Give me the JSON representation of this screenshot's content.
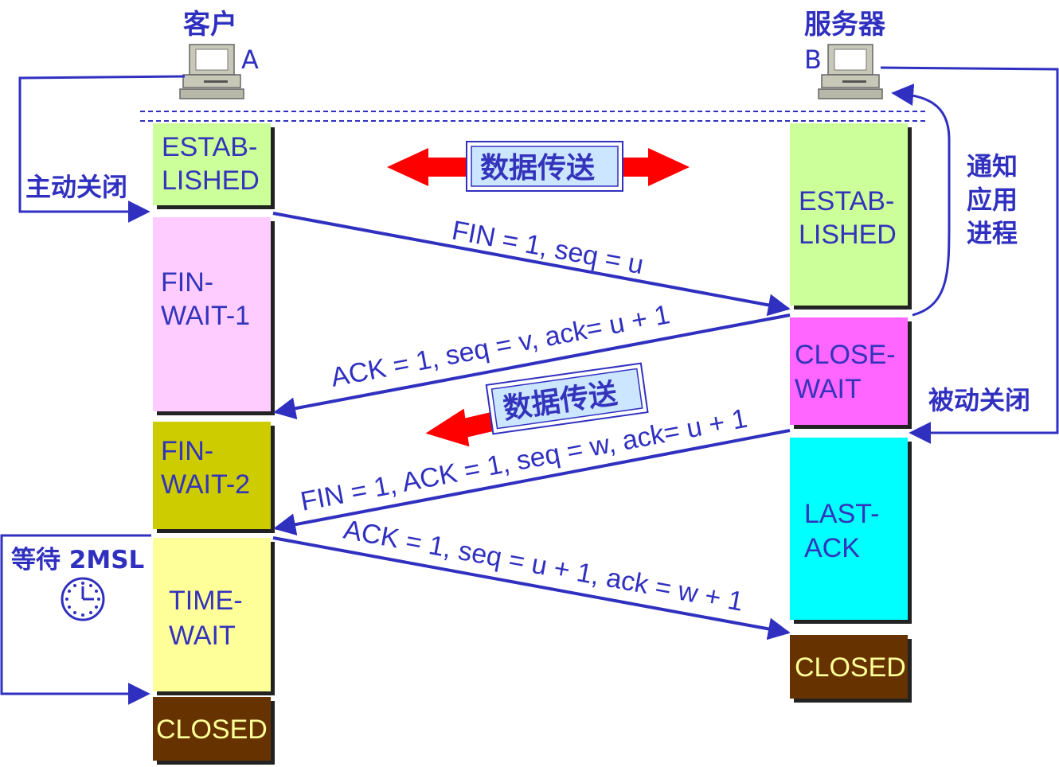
{
  "client": {
    "title": "客户",
    "tag": "A"
  },
  "server": {
    "title": "服务器",
    "tag": "B"
  },
  "annotations": {
    "active_close": "主动关闭",
    "passive_close": "被动关闭",
    "notify_app": [
      "通知",
      "应用",
      "进程"
    ],
    "wait_2msl": "等待 2MSL"
  },
  "data_transfer": {
    "label": "数据传送"
  },
  "client_states": {
    "established": [
      "ESTAB-",
      "LISHED"
    ],
    "fin_wait_1": [
      "FIN-",
      "WAIT-1"
    ],
    "fin_wait_2": [
      "FIN-",
      "WAIT-2"
    ],
    "time_wait": [
      "TIME-",
      "WAIT"
    ],
    "closed": "CLOSED"
  },
  "server_states": {
    "established": [
      "ESTAB-",
      "LISHED"
    ],
    "close_wait": [
      "CLOSE-",
      "WAIT"
    ],
    "last_ack": [
      "LAST-",
      "ACK"
    ],
    "closed": "CLOSED"
  },
  "messages": {
    "fin1": "FIN = 1, seq = u",
    "ack1": "ACK = 1, seq = v, ack= u + 1",
    "fin2": "FIN = 1, ACK = 1, seq = w, ack= u + 1",
    "ack2": "ACK = 1, seq = u + 1, ack = w + 1"
  },
  "colors": {
    "established": "#ccff99",
    "fin_wait_1": "#ffccff",
    "fin_wait_2": "#cccc00",
    "time_wait": "#ffff99",
    "closed": "#663300",
    "close_wait": "#ff66ff",
    "last_ack": "#00ffff",
    "arrow": "#3030c0",
    "big_arrow": "#ff0000"
  }
}
